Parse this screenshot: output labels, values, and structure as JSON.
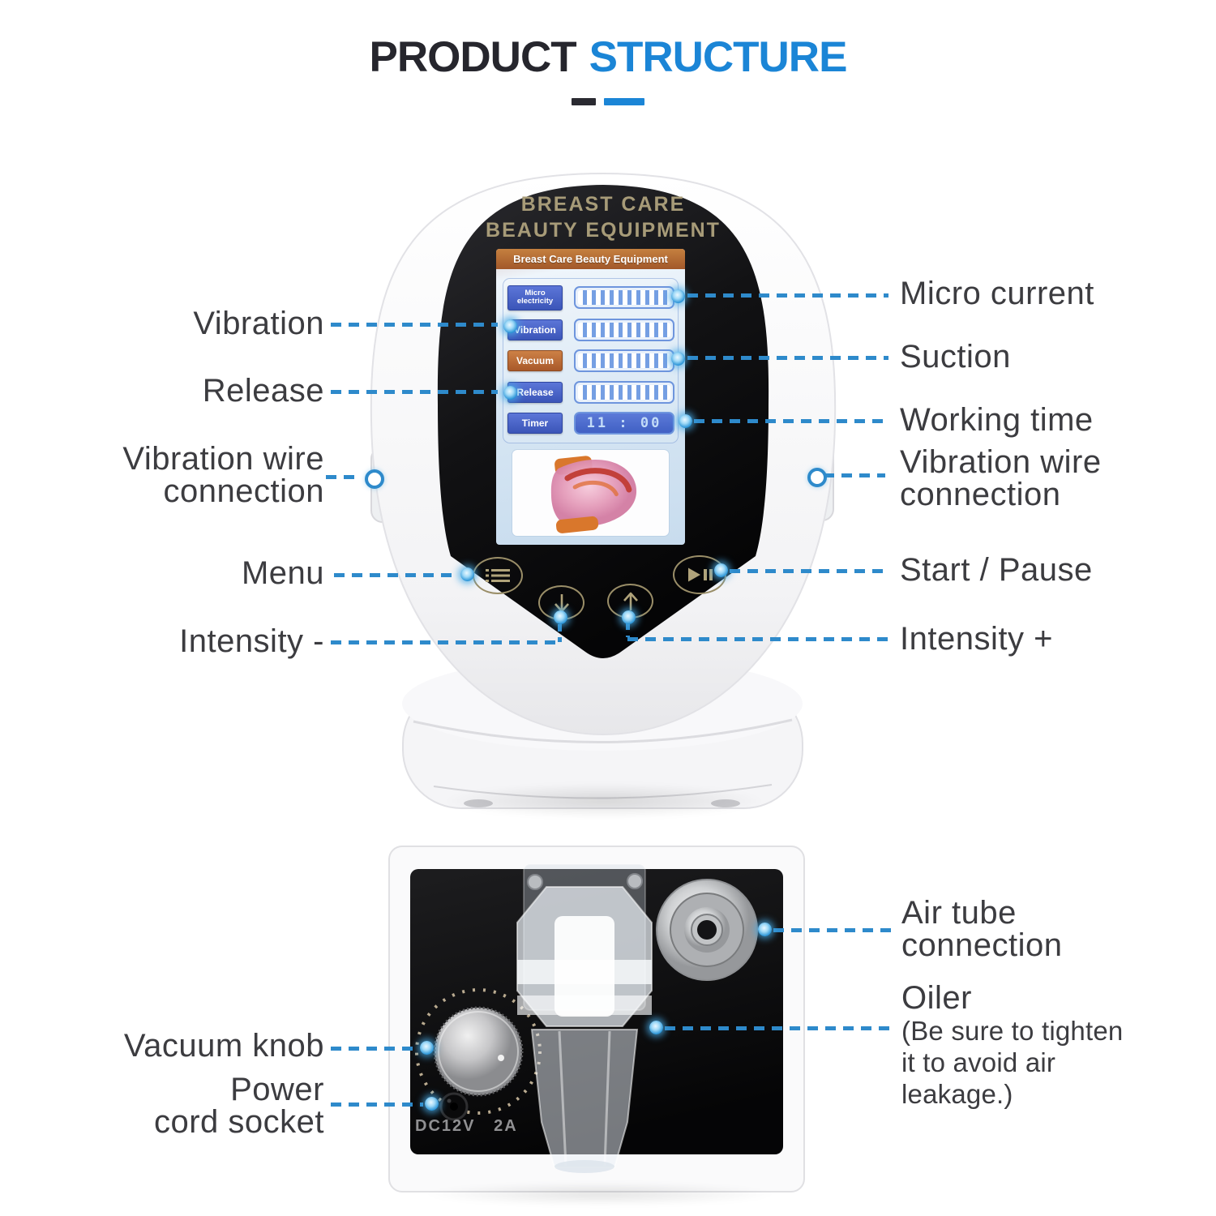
{
  "title": {
    "part1": "PRODUCT",
    "part2": "STRUCTURE"
  },
  "device": {
    "brand_line1": "BREAST CARE",
    "brand_line2": "BEAUTY EQUIPMENT",
    "screen": {
      "header": "Breast Care Beauty Equipment",
      "rows": [
        {
          "label": "Micro electricity",
          "type": "gauge",
          "color": "blue"
        },
        {
          "label": "Vibration",
          "type": "gauge",
          "color": "blue"
        },
        {
          "label": "Vacuum",
          "type": "gauge",
          "color": "orange"
        },
        {
          "label": "Release",
          "type": "gauge",
          "color": "blue"
        },
        {
          "label": "Timer",
          "type": "time",
          "color": "blue"
        }
      ],
      "timer_value": "11 : 00"
    }
  },
  "back_panel": {
    "socket_label": "DC12V   2A"
  },
  "callouts": {
    "left": {
      "vibration": "Vibration",
      "release": "Release",
      "wire_line1": "Vibration wire",
      "wire_line2": "connection",
      "menu": "Menu",
      "intensity_minus": "Intensity -"
    },
    "right": {
      "micro_current": "Micro current",
      "suction": "Suction",
      "working_time": "Working time",
      "wire_line1": "Vibration wire",
      "wire_line2": "connection",
      "start_pause": "Start / Pause",
      "intensity_plus": "Intensity +"
    },
    "bottom_left": {
      "vacuum_knob": "Vacuum knob",
      "power_line1": "Power",
      "power_line2": "cord socket"
    },
    "bottom_right": {
      "air_tube_line1": "Air tube",
      "air_tube_line2": "connection",
      "oiler": "Oiler",
      "oiler_note_line1": "(Be sure to tighten",
      "oiler_note_line2": "it to avoid air",
      "oiler_note_line3": "leakage.)"
    }
  },
  "colors": {
    "accent_blue": "#1b85d6",
    "leader_line_blue": "#2e8acb",
    "title_dark": "#26262d",
    "screen_header_orange": "#b2683a",
    "screen_button_blue": "#4a63c8",
    "screen_button_orange": "#bb6d38"
  }
}
